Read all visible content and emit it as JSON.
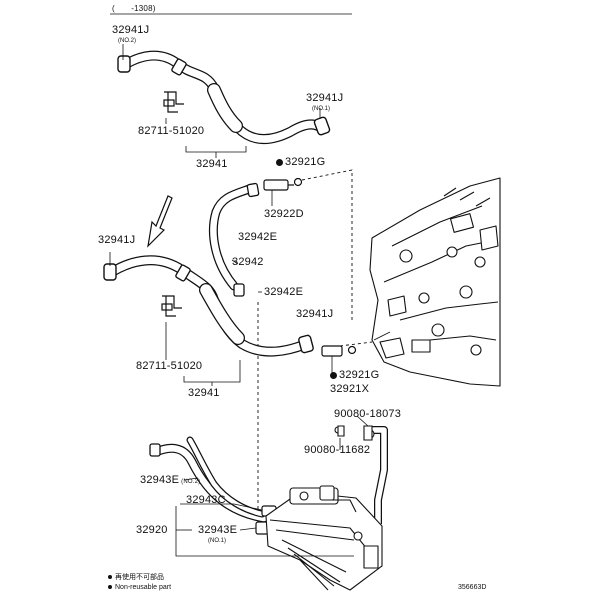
{
  "header": {
    "date_range": "(　　-1308)"
  },
  "labels": {
    "l_32941j_top": "32941J",
    "l_no2_top": "(NO.2)",
    "l_32941j_right": "32941J",
    "l_no1_right": "(NO.1)",
    "l_clip_top": "82711-51020",
    "l_32941_top": "32941",
    "l_32921g_top": "32921G",
    "l_32922d": "32922D",
    "l_32942e_a": "32942E",
    "l_32942": "32942",
    "l_32942e_b": "32942E",
    "l_32941j_mid": "32941J",
    "l_32941j_mid2": "32941J",
    "l_clip_mid": "82711-51020",
    "l_32941_mid": "32941",
    "l_32921g_mid": "32921G",
    "l_32921x": "32921X",
    "l_90080_18073": "90080-18073",
    "l_90080_11682": "90080-11682",
    "l_32943e_no2": "32943E",
    "l_no2_e": "(NO.2)",
    "l_32943c": "32943C",
    "l_32920": "32920",
    "l_32943e_no1": "32943E",
    "l_no1_e": "(NO.1)"
  },
  "footer": {
    "note_jp": "再使用不可部品",
    "note_en": "Non-reusable part",
    "figure_id": "356663D"
  }
}
